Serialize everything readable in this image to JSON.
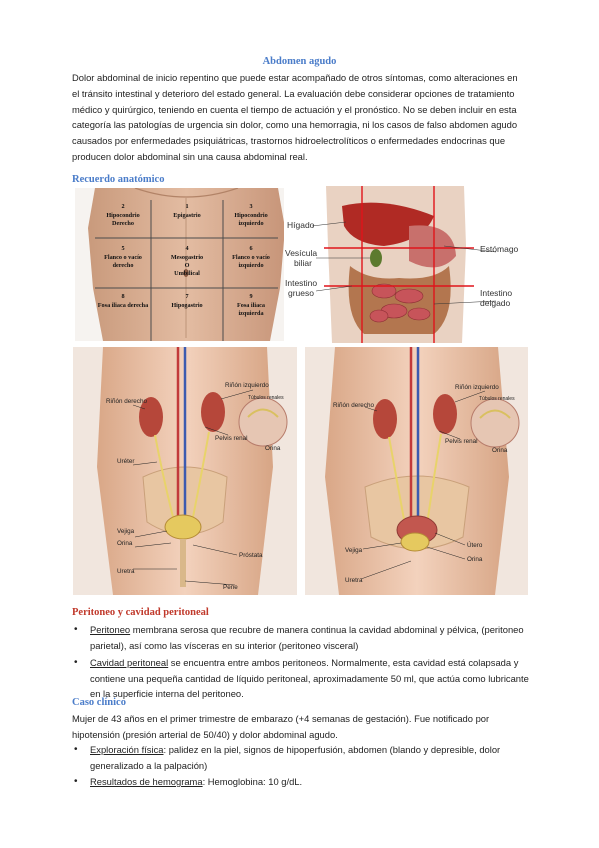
{
  "title": "Abdomen agudo",
  "intro": "Dolor abdominal de inicio repentino que puede estar acompañado de otros síntomas, como alteraciones en el tránsito intestinal y deterioro del estado general. La evaluación debe considerar opciones de tratamiento médico y quirúrgico, teniendo en cuenta el tiempo de actuación y el pronóstico. No se deben incluir en esta categoría las patologías de urgencia sin dolor, como una hemorragia, ni los casos de falso abdomen agudo causados por enfermedades psiquiátricas, trastornos hidroelectrolíticos o enfermedades endocrinas que producen dolor abdominal sin una causa abdominal real.",
  "section1": "Recuerdo anatómico",
  "regions": [
    {
      "num": "2",
      "label": "Hipocondrio\nDerecho"
    },
    {
      "num": "1",
      "label": "Epigastrio"
    },
    {
      "num": "3",
      "label": "Hipocondrio\nizquierdo"
    },
    {
      "num": "5",
      "label": "Flanco o vacío\nderecho"
    },
    {
      "num": "4",
      "label": "Mesogastrio\nO\nUmbilical"
    },
    {
      "num": "6",
      "label": "Flanco o vacío\nizquierdo"
    },
    {
      "num": "8",
      "label": "Fosa iliaca derecha"
    },
    {
      "num": "7",
      "label": "Hipogastrio"
    },
    {
      "num": "9",
      "label": "Fosa iliaca\nizquierda"
    }
  ],
  "organs": {
    "higado": "Hígado",
    "vesicula": "Vesícula\nbiliar",
    "intestino_grueso": "Intestino\ngrueso",
    "estomago": "Estómago",
    "intestino_delgado": "Intestino\ndelgado"
  },
  "urinary_male": {
    "rinon_izq": "Riñón izquierdo",
    "rinon_der": "Riñón derecho",
    "tubulos": "Túbulos renales",
    "orina": "Orina",
    "pelvis": "Pelvis renal",
    "ureter": "Uréter",
    "vejiga": "Vejiga",
    "orina2": "Orina",
    "prostata": "Próstata",
    "uretra": "Uretra",
    "pene": "Pene"
  },
  "urinary_female": {
    "rinon_izq": "Riñón izquierdo",
    "rinon_der": "Riñón derecho",
    "tubulos": "Túbulos renales",
    "orina": "Orina",
    "pelvis": "Pelvis renal",
    "vejiga": "Vejiga",
    "utero": "Útero",
    "orina2": "Orina",
    "uretra": "Uretra"
  },
  "section2": "Peritoneo y cavidad peritoneal",
  "peritoneo_bullets": [
    {
      "term": "Peritoneo",
      "text": " membrana serosa que recubre de manera continua la cavidad abdominal y pélvica, (peritoneo parietal), así como las vísceras en su interior (peritoneo visceral)"
    },
    {
      "term": "Cavidad peritoneal",
      "text": " se encuentra entre ambos peritoneos. Normalmente, esta cavidad está colapsada y contiene una pequeña cantidad de líquido peritoneal, aproximadamente 50 ml, que actúa como lubricante en la superficie interna del peritoneo."
    }
  ],
  "section3": "Caso clínico",
  "case_text": "Mujer de 43 años en el primer trimestre de embarazo (+4 semanas de gestación). Fue notificado por hipotensión (presión arterial de 50/40) y dolor abdominal agudo.",
  "case_bullets": [
    {
      "term": "Exploración física",
      "text": ": palidez en la piel, signos de hipoperfusión, abdomen (blando y depresible, dolor generalizado a la palpación)"
    },
    {
      "term": "Resultados de hemograma",
      "text": ": Hemoglobina: 10 g/dL."
    }
  ]
}
